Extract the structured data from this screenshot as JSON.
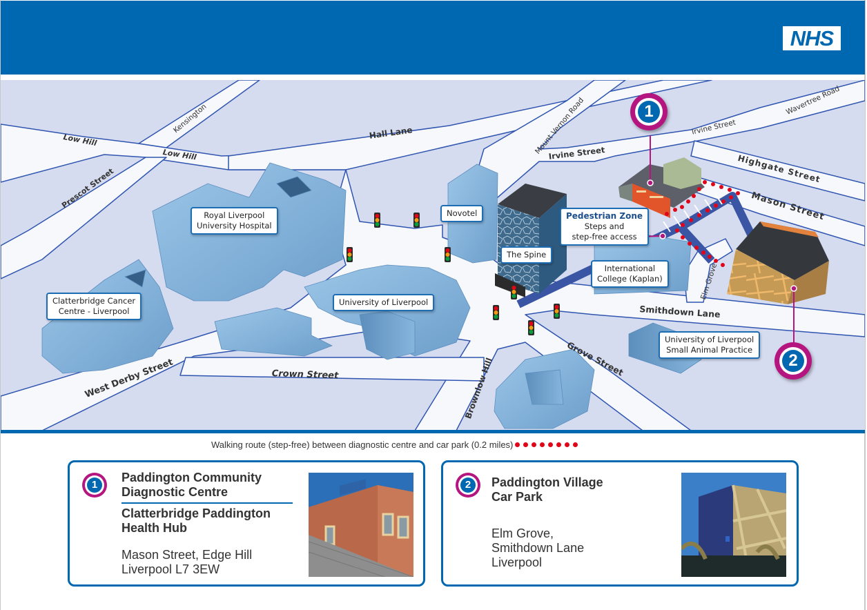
{
  "header": {
    "logo_text": "NHS",
    "background_color": "#0067b1"
  },
  "map": {
    "background_color": "#d6dcf0",
    "streets": [
      {
        "name": "Low Hill",
        "id": "low-hill-west"
      },
      {
        "name": "Low Hill",
        "id": "low-hill-east"
      },
      {
        "name": "Kensington",
        "id": "kensington"
      },
      {
        "name": "Prescot Street",
        "id": "prescot-street"
      },
      {
        "name": "Hall Lane",
        "id": "hall-lane"
      },
      {
        "name": "Mount Vernon Road",
        "id": "mount-vernon-road"
      },
      {
        "name": "Irvine Street",
        "id": "irvine-street-west"
      },
      {
        "name": "Irvine Street",
        "id": "irvine-street-east"
      },
      {
        "name": "Wavertree Road",
        "id": "wavertree-road"
      },
      {
        "name": "Highgate Street",
        "id": "highgate-street"
      },
      {
        "name": "Mason Street",
        "id": "mason-street"
      },
      {
        "name": "Elm Grove",
        "id": "elm-grove"
      },
      {
        "name": "Smithdown Lane",
        "id": "smithdown-lane"
      },
      {
        "name": "West Derby Street",
        "id": "west-derby-street"
      },
      {
        "name": "Crown Street",
        "id": "crown-street"
      },
      {
        "name": "Brownlow Hill",
        "id": "brownlow-hill"
      },
      {
        "name": "Grove Street",
        "id": "grove-street"
      }
    ],
    "labels": {
      "royal_liverpool": [
        "Royal Liverpool",
        "University Hospital"
      ],
      "clatterbridge": [
        "Clatterbridge Cancer",
        "Centre - Liverpool"
      ],
      "novotel": "Novotel",
      "the_spine": "The Spine",
      "university_liverpool": "University of Liverpool",
      "pedestrian_zone": {
        "title": "Pedestrian Zone",
        "lines": [
          "Steps and",
          "step-free access"
        ]
      },
      "international_college": [
        "International",
        "College (Kaplan)"
      ],
      "small_animal": [
        "University of Liverpool",
        "Small Animal Practice"
      ]
    },
    "pins": [
      {
        "number": "1",
        "target": "Paddington Community Diagnostic Centre"
      },
      {
        "number": "2",
        "target": "Paddington Village Car Park"
      }
    ],
    "colors": {
      "pin_ring": "#b5157f",
      "pin_core": "#0067b1",
      "route_dots": "#e0061a",
      "pedestrian_zone": "#3b55a5",
      "building": "#86b5dc",
      "road_edge": "#2f55b0"
    }
  },
  "legend": {
    "text": "Walking route (step-free) between diagnostic centre and car park (0.2 miles)",
    "dot_count": 8
  },
  "locations": [
    {
      "number": "1",
      "title": [
        "Paddington Community",
        "Diagnostic Centre"
      ],
      "subtitle": [
        "Clatterbridge Paddington",
        "Health Hub"
      ],
      "address": [
        "Mason Street, Edge Hill",
        "Liverpool L7 3EW"
      ],
      "photo": "brick-building-photo"
    },
    {
      "number": "2",
      "title": [
        "Paddington Village",
        "Car Park"
      ],
      "address": [
        "Elm Grove,",
        "Smithdown Lane",
        "Liverpool"
      ],
      "photo": "car-park-building-photo"
    }
  ]
}
